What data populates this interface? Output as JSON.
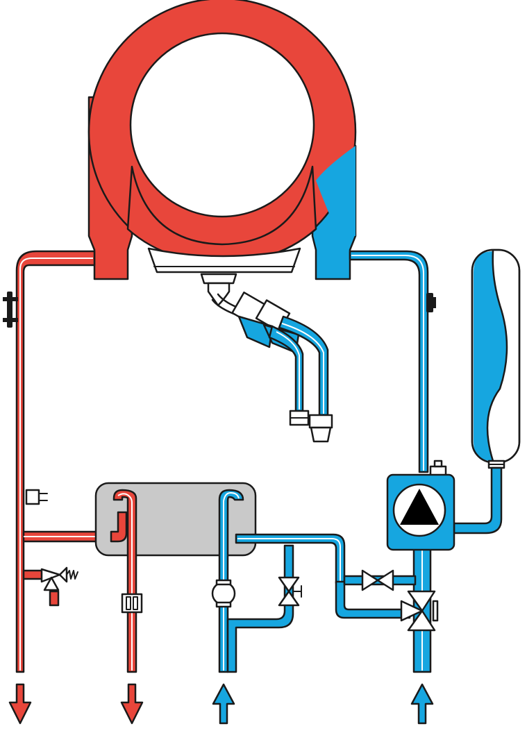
{
  "colors": {
    "hot": "#e8463b",
    "cold": "#16a6e0",
    "exchanger": "#c9c9c9",
    "outline": "#1a1a1a",
    "background": "#ffffff",
    "pump_triangle": "#000000"
  },
  "components": [
    "primary-heat-exchanger-icon",
    "burner-icon",
    "gas-valve-icon",
    "expansion-vessel-icon",
    "circulation-pump-icon",
    "plate-heat-exchanger-icon",
    "pressure-relief-valve-icon",
    "three-way-valve-icon",
    "bypass-valve-icon",
    "flow-sensor-icon",
    "temperature-sensor-icon",
    "filter-icon",
    "drain-tap-icon"
  ],
  "flows": {
    "heating_flow_out": "hot",
    "dhw_out": "hot",
    "cold_water_in": "cold",
    "heating_return_in": "cold"
  }
}
